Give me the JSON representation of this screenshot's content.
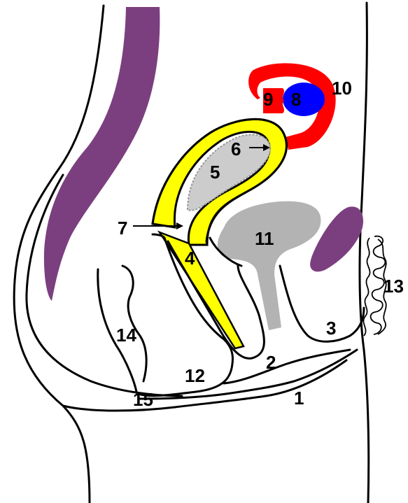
{
  "diagram": {
    "labels": {
      "l1": "1",
      "l2": "2",
      "l3": "3",
      "l4": "4",
      "l5": "5",
      "l6": "6",
      "l7": "7",
      "l8": "8",
      "l9": "9",
      "l10": "10",
      "l11": "11",
      "l12": "12",
      "l13": "13",
      "l14": "14",
      "l15": "15"
    },
    "colors": {
      "background": "#ffffff",
      "outline": "#000000",
      "purple": "#7b3f7f",
      "yellow": "#ffff00",
      "grey": "#b3b3b3",
      "light_grey": "#cccccc",
      "red": "#ff0000",
      "blue": "#0000ff"
    }
  }
}
